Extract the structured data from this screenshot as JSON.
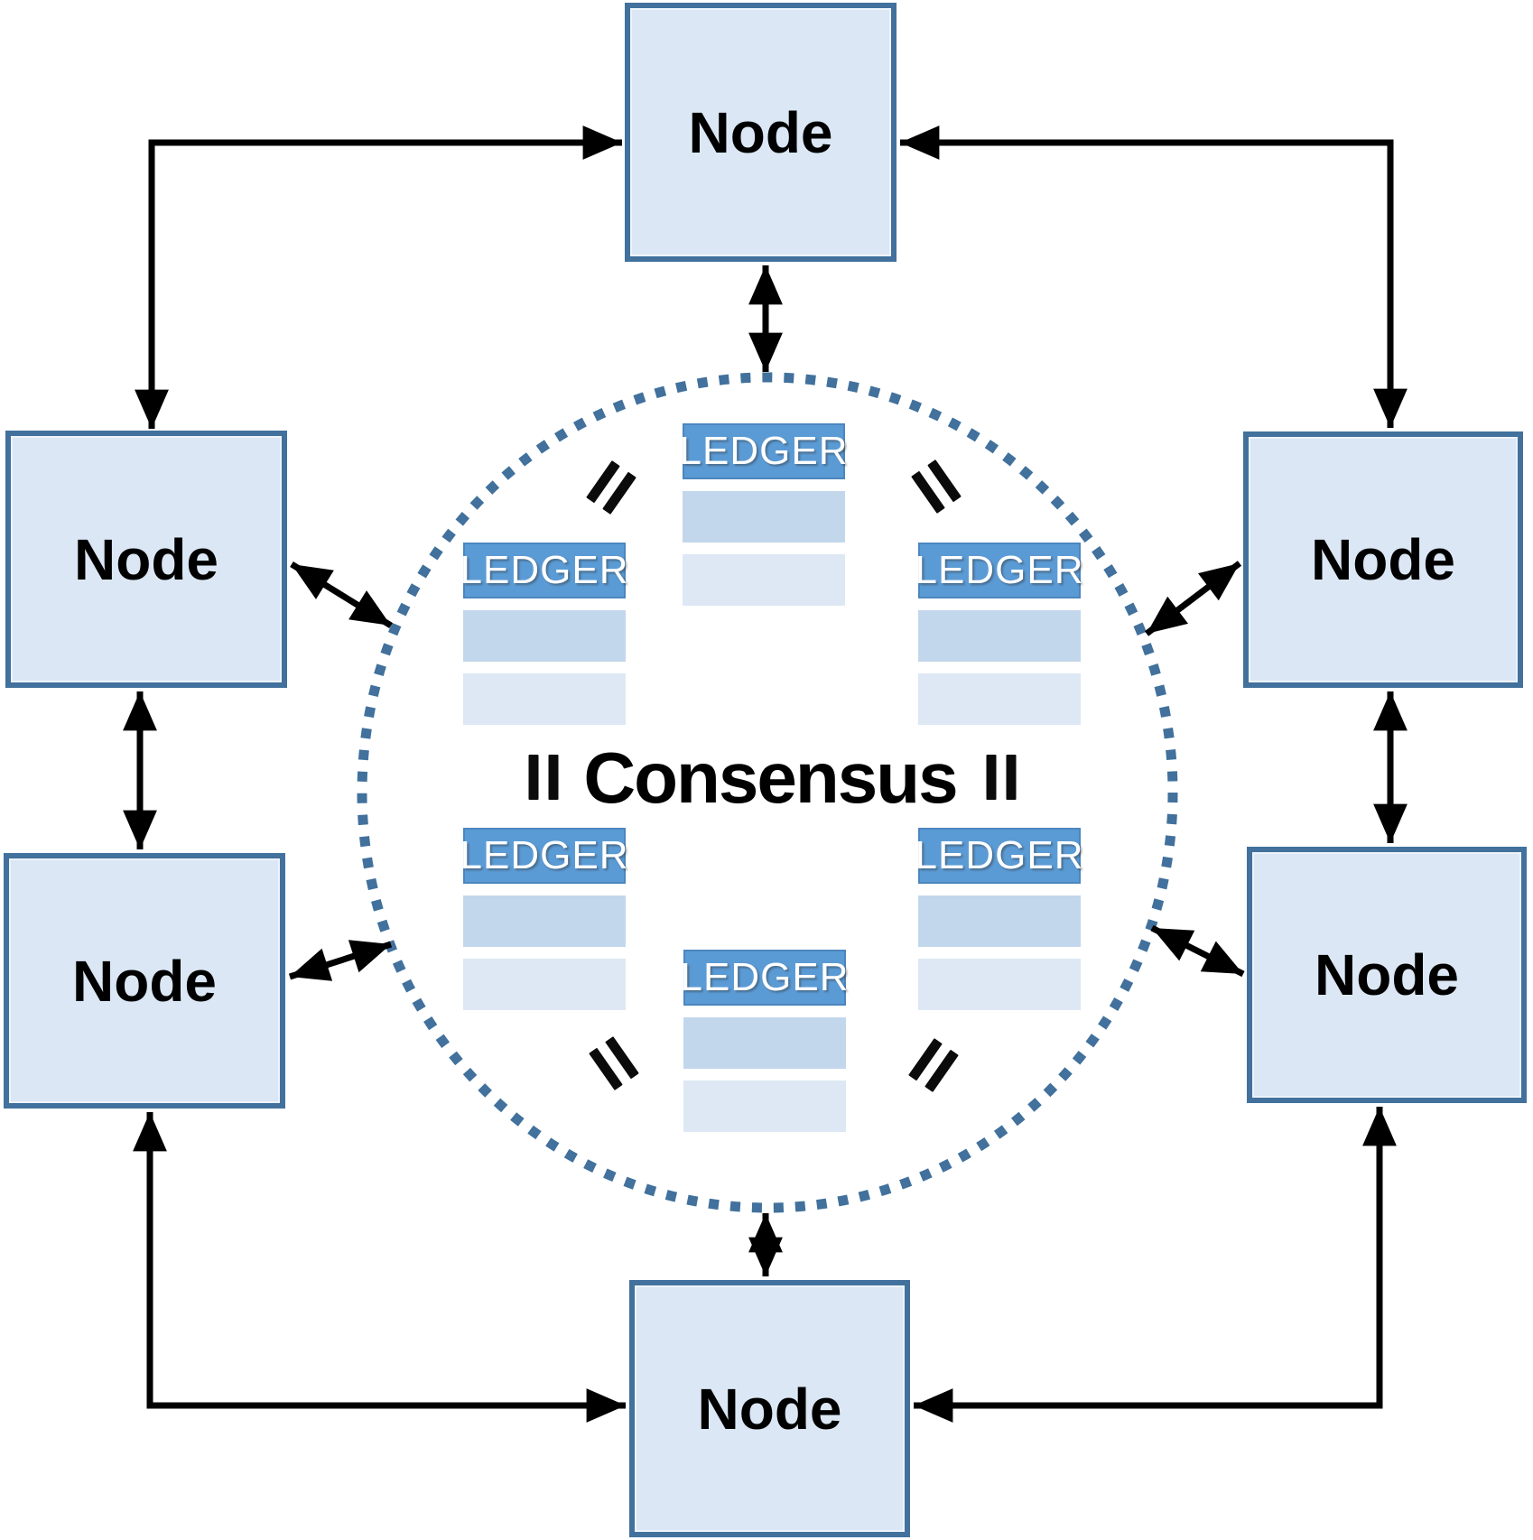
{
  "diagram": {
    "type": "peer-to-peer-consensus-network",
    "center_label": "Consensus",
    "nodes": [
      {
        "position": "top",
        "label": "Node"
      },
      {
        "position": "upper-left",
        "label": "Node"
      },
      {
        "position": "upper-right",
        "label": "Node"
      },
      {
        "position": "lower-left",
        "label": "Node"
      },
      {
        "position": "lower-right",
        "label": "Node"
      },
      {
        "position": "bottom",
        "label": "Node"
      }
    ],
    "ledgers": [
      {
        "position": "top",
        "header": "LEDGER",
        "blank_rows": 2
      },
      {
        "position": "upper-left",
        "header": "LEDGER",
        "blank_rows": 2
      },
      {
        "position": "upper-right",
        "header": "LEDGER",
        "blank_rows": 2
      },
      {
        "position": "lower-left",
        "header": "LEDGER",
        "blank_rows": 2
      },
      {
        "position": "lower-right",
        "header": "LEDGER",
        "blank_rows": 2
      },
      {
        "position": "bottom",
        "header": "LEDGER",
        "blank_rows": 2
      }
    ],
    "equals_signs": [
      {
        "position": "upper-left"
      },
      {
        "position": "upper-right"
      },
      {
        "position": "middle-left"
      },
      {
        "position": "middle-right"
      },
      {
        "position": "lower-left"
      },
      {
        "position": "lower-right"
      }
    ],
    "colors": {
      "node_fill": "#dbe7f4",
      "node_border": "#41719c",
      "ledger_header_fill": "#5b9bd5",
      "ledger_header_text": "#ffffff",
      "ledger_row1_fill": "#c3d7ec",
      "ledger_row2_fill": "#dde8f4",
      "circle_dot": "#41719c",
      "arrow": "#000000"
    }
  }
}
